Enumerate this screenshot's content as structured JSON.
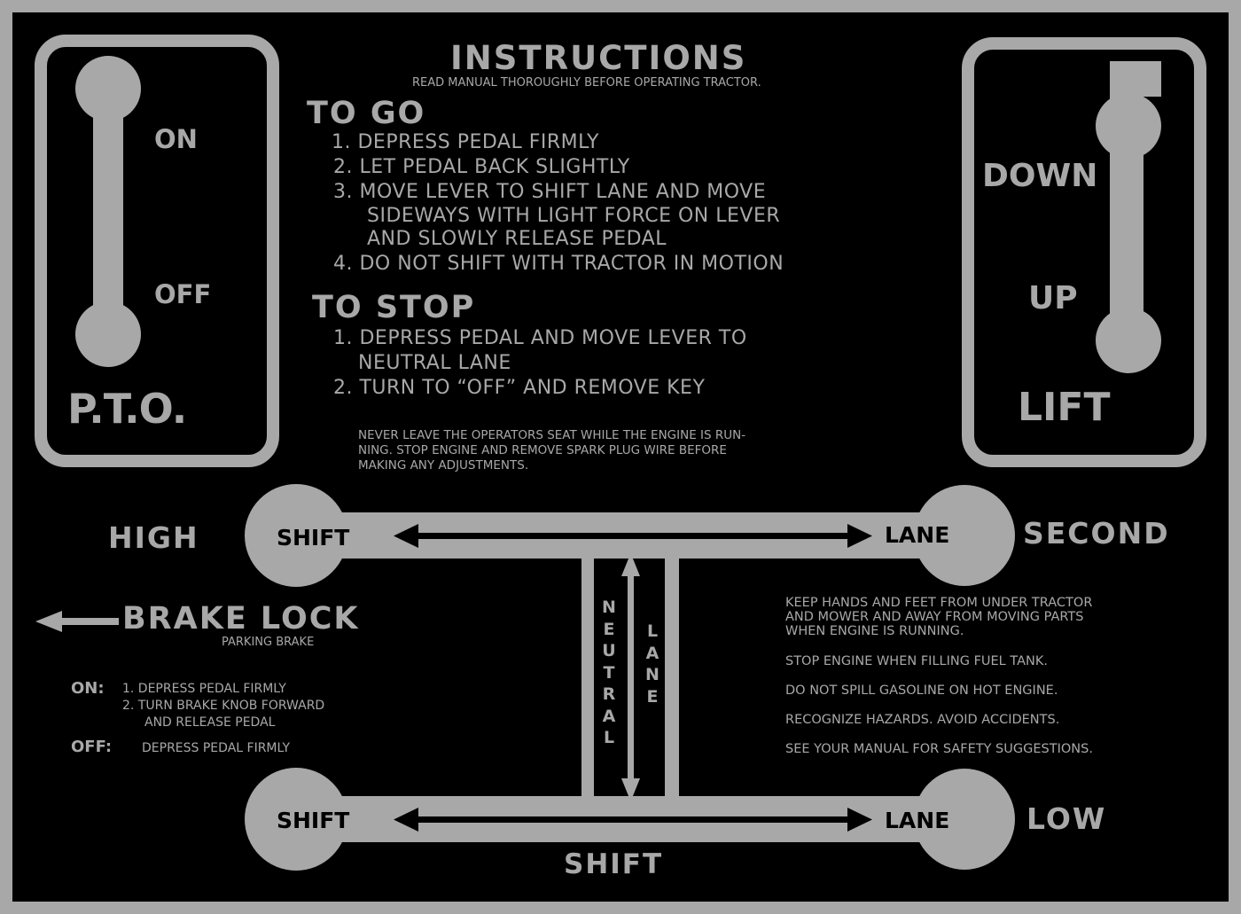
{
  "colors": {
    "panel": "#000000",
    "ink": "#a8a8a8"
  },
  "pto": {
    "on_label": "ON",
    "off_label": "OFF",
    "title": "P.T.O."
  },
  "lift": {
    "down_label": "DOWN",
    "up_label": "UP",
    "title": "LIFT"
  },
  "instructions": {
    "title": "INSTRUCTIONS",
    "subtitle": "READ MANUAL THOROUGHLY BEFORE OPERATING TRACTOR.",
    "to_go_heading": "TO GO",
    "to_go_steps": [
      "1. DEPRESS PEDAL FIRMLY",
      "2. LET PEDAL BACK SLIGHTLY",
      "3. MOVE LEVER TO SHIFT LANE AND MOVE",
      "SIDEWAYS WITH LIGHT FORCE ON LEVER",
      "AND SLOWLY RELEASE PEDAL",
      "4. DO NOT SHIFT WITH TRACTOR IN MOTION"
    ],
    "to_stop_heading": "TO STOP",
    "to_stop_steps": [
      "1. DEPRESS PEDAL AND MOVE LEVER TO",
      "NEUTRAL LANE",
      "2. TURN TO “OFF” AND REMOVE KEY"
    ],
    "warning": [
      "NEVER LEAVE THE OPERATORS SEAT WHILE THE ENGINE IS RUN-",
      "NING. STOP ENGINE AND REMOVE SPARK PLUG WIRE BEFORE",
      "MAKING ANY ADJUSTMENTS."
    ]
  },
  "shift_pattern": {
    "high": "HIGH",
    "second": "SECOND",
    "low": "LOW",
    "shift_top": "SHIFT",
    "lane_top": "LANE",
    "shift_bottom": "SHIFT",
    "lane_bottom": "LANE",
    "shift_caption": "SHIFT",
    "neutral_letters": [
      "N",
      "E",
      "U",
      "T",
      "R",
      "A",
      "L"
    ],
    "lane_letters": [
      "L",
      "A",
      "N",
      "E"
    ]
  },
  "brake": {
    "title": "BRAKE LOCK",
    "subtitle": "PARKING BRAKE",
    "on_label": "ON:",
    "on_steps": [
      "1. DEPRESS PEDAL FIRMLY",
      "2. TURN BRAKE KNOB FORWARD",
      "AND RELEASE PEDAL"
    ],
    "off_label": "OFF:",
    "off_step": "DEPRESS PEDAL FIRMLY"
  },
  "safety": {
    "lines": [
      "KEEP HANDS AND FEET FROM UNDER TRACTOR",
      "AND MOWER AND AWAY FROM MOVING PARTS",
      "WHEN ENGINE IS RUNNING.",
      "STOP ENGINE WHEN FILLING FUEL TANK.",
      "DO NOT SPILL GASOLINE ON HOT ENGINE.",
      "RECOGNIZE HAZARDS. AVOID ACCIDENTS.",
      "SEE YOUR MANUAL FOR SAFETY SUGGESTIONS."
    ]
  }
}
